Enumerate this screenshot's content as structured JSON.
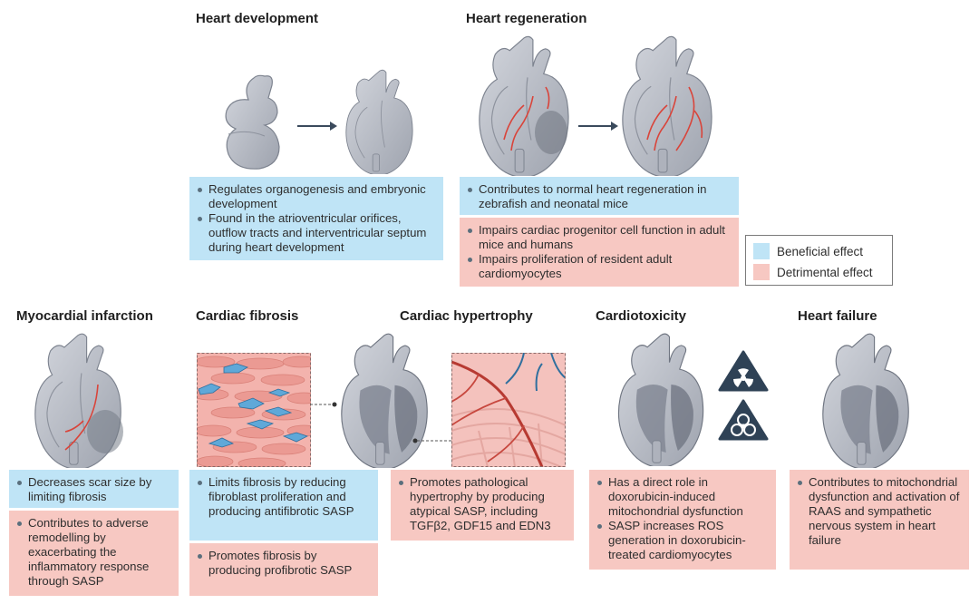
{
  "panels": {
    "development": {
      "title": "Heart development",
      "beneficial": [
        "Regulates organogenesis and embryonic development",
        "Found in the atrioventricular orifices, outflow tracts and interventricular septum during heart development"
      ]
    },
    "regeneration": {
      "title": "Heart regeneration",
      "beneficial": [
        "Contributes to normal heart regeneration in zebrafish and neonatal mice"
      ],
      "detrimental": [
        "Impairs cardiac progenitor cell function in adult mice and humans",
        "Impairs proliferation of resident adult cardiomyocytes"
      ]
    },
    "infarction": {
      "title": "Myocardial infarction",
      "beneficial": [
        "Decreases scar size by limiting fibrosis"
      ],
      "detrimental": [
        "Contributes to adverse remodelling by exacerbating the inflammatory response through SASP"
      ]
    },
    "fibrosis": {
      "title": "Cardiac fibrosis",
      "beneficial": [
        "Limits fibrosis by reducing fibroblast proliferation and producing antifibrotic SASP"
      ],
      "detrimental": [
        "Promotes fibrosis by producing profibrotic SASP"
      ]
    },
    "hypertrophy": {
      "title": "Cardiac hypertrophy",
      "detrimental": [
        "Promotes pathological hypertrophy by producing atypical SASP, including TGFβ2, GDF15 and EDN3"
      ]
    },
    "cardiotoxicity": {
      "title": "Cardiotoxicity",
      "detrimental": [
        "Has a direct role in doxorubicin-induced mitochondrial dysfunction",
        "SASP increases ROS generation in doxorubicin-treated cardiomyocytes"
      ]
    },
    "failure": {
      "title": "Heart failure",
      "detrimental": [
        "Contributes to mitochondrial dysfunction and activation of RAAS and sympathetic nervous system in heart failure"
      ]
    }
  },
  "legend": {
    "beneficial": "Beneficial effect",
    "detrimental": "Detrimental effect"
  },
  "colors": {
    "beneficial": "#bfe4f6",
    "detrimental": "#f7c8c2",
    "heart": "#b7bbc4",
    "vessel": "#d9443a",
    "arrow": "#3a4a5c"
  },
  "icons": [
    "radiation-warning-icon",
    "biohazard-warning-icon"
  ]
}
